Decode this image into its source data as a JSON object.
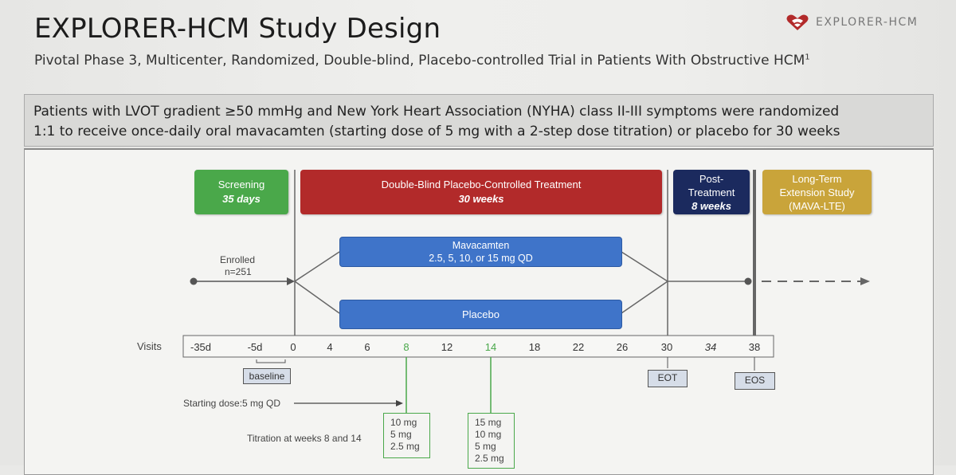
{
  "header": {
    "title": "EXPLORER-HCM Study Design",
    "subtitle": "Pivotal Phase 3, Multicenter, Randomized, Double-blind, Placebo-controlled Trial in Patients With Obstructive HCM",
    "subtitle_sup": "1",
    "logo_text": "EXPLORER-HCM"
  },
  "summary": {
    "line1": "Patients with LVOT gradient ≥50 mmHg and New York Heart Association (NYHA) class II-III symptoms were randomized",
    "line2": "1:1 to receive once-daily oral mavacamten (starting dose of 5 mg with a 2-step dose titration) or placebo for 30 weeks"
  },
  "phases": {
    "screening": {
      "title": "Screening",
      "duration": "35 days",
      "color": "#4aa84a"
    },
    "treatment": {
      "title": "Double-Blind Placebo-Controlled Treatment",
      "duration": "30 weeks",
      "color": "#b22a2a"
    },
    "post": {
      "title1": "Post-",
      "title2": "Treatment",
      "duration": "8 weeks",
      "color": "#1b2a5e"
    },
    "lte": {
      "line1": "Long-Term",
      "line2": "Extension Study",
      "line3": "(MAVA-LTE)",
      "color": "#c9a43a"
    }
  },
  "arms": {
    "mavacamten": {
      "name": "Mavacamten",
      "dose": "2.5, 5, 10, or 15 mg QD"
    },
    "placebo": {
      "name": "Placebo"
    }
  },
  "enrolled": {
    "label": "Enrolled",
    "n": "n=251"
  },
  "visits": {
    "label": "Visits",
    "items": [
      "-35d",
      "-5d",
      "0",
      "4",
      "6",
      "8",
      "12",
      "14",
      "18",
      "22",
      "26",
      "30",
      "34",
      "38"
    ]
  },
  "markers": {
    "baseline": "baseline",
    "eot": "EOT",
    "eos": "EOS"
  },
  "titration": {
    "starting_dose": "Starting dose:5 mg QD",
    "label": "Titration at weeks 8 and 14",
    "week8": [
      "10 mg",
      "5 mg",
      "2.5 mg"
    ],
    "week14": [
      "15 mg",
      "10 mg",
      "5 mg",
      "2.5 mg"
    ]
  },
  "colors": {
    "accent_blue": "#3f74c9",
    "visit_green": "#4aa84a"
  }
}
